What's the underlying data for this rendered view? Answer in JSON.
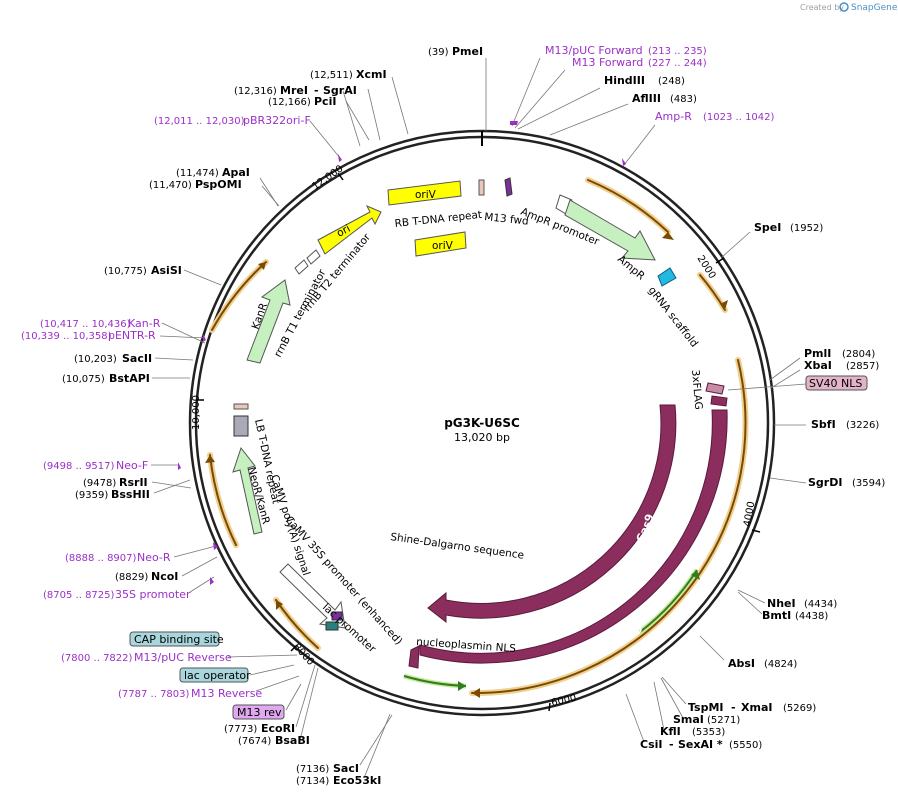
{
  "plasmid": {
    "name": "pG3K-U6SC",
    "length": "13,020 bp"
  },
  "credit": {
    "created_by": "Created by",
    "brand": "SnapGene"
  },
  "ticks": {
    "t2000": "2000",
    "t4000": "4000",
    "t6000": "6000",
    "t8000": "8000",
    "t10000": "10,000",
    "t12000": "12,000"
  },
  "sites": {
    "pmei": {
      "pos": "(39)",
      "name": "PmeI"
    },
    "hindiii": {
      "name": "HindIII",
      "pos": "(248)"
    },
    "afliii": {
      "name": "AflIII",
      "pos": "(483)"
    },
    "spei": {
      "name": "SpeI",
      "pos": "(1952)"
    },
    "pmli": {
      "name": "PmlI",
      "pos": "(2804)"
    },
    "xbai": {
      "name": "XbaI",
      "pos": "(2857)"
    },
    "sbfi": {
      "name": "SbfI",
      "pos": "(3226)"
    },
    "sgrdi": {
      "name": "SgrDI",
      "pos": "(3594)"
    },
    "nhei": {
      "name": "NheI",
      "pos": "(4434)"
    },
    "bmti": {
      "name": "BmtI",
      "pos": "(4438)"
    },
    "absi": {
      "name": "AbsI",
      "pos": "(4824)"
    },
    "tspmi": {
      "name": "TspMI",
      "sep": "-",
      "name2": "XmaI",
      "pos": "(5269)"
    },
    "smai": {
      "name": "SmaI",
      "pos": "(5271)"
    },
    "kfli": {
      "name": "KflI",
      "pos": "(5353)"
    },
    "csii": {
      "name": "CsiI",
      "sep": "-",
      "name2": "SexAI *",
      "pos": "(5550)"
    },
    "saci": {
      "pos": "(7136)",
      "name": "SacI"
    },
    "eco53ki": {
      "pos": "(7134)",
      "name": "Eco53kI"
    },
    "ecori": {
      "pos": "(7773)",
      "name": "EcoRI"
    },
    "bsabi": {
      "pos": "(7674)",
      "name": "BsaBI"
    },
    "ncoi": {
      "pos": "(8829)",
      "name": "NcoI"
    },
    "rsrii": {
      "pos": "(9478)",
      "name": "RsrII"
    },
    "bsshii": {
      "pos": "(9359)",
      "name": "BssHII"
    },
    "bstapi": {
      "pos": "(10,075)",
      "name": "BstAPI"
    },
    "sacii": {
      "pos": "(10,203)",
      "name": "SacII"
    },
    "asisi": {
      "pos": "(10,775)",
      "name": "AsiSI"
    },
    "apai": {
      "pos": "(11,474)",
      "name": "ApaI"
    },
    "pspomi": {
      "pos": "(11,470)",
      "name": "PspOMI"
    },
    "mrei": {
      "pos": "(12,316)",
      "name": "MreI",
      "sep": "-",
      "name2": "SgrAI"
    },
    "pcii": {
      "pos": "(12,166)",
      "name": "PciI"
    },
    "xcmi": {
      "pos": "(12,511)",
      "name": "XcmI"
    }
  },
  "primers": {
    "m13puc_fwd": {
      "name": "M13/pUC Forward",
      "range": "(213 .. 235)"
    },
    "m13_fwd": {
      "name": "M13 Forward",
      "range": "(227 .. 244)"
    },
    "ampr": {
      "name": "Amp-R",
      "range": "(1023 .. 1042)"
    },
    "pbr322": {
      "range": "(12,011 .. 12,030)",
      "name": "pBR322ori-F"
    },
    "kanr": {
      "range": "(10,417 .. 10,436)",
      "name": "Kan-R"
    },
    "pentr": {
      "range": "(10,339 .. 10,358)",
      "name": "pENTR-R"
    },
    "neof": {
      "range": "(9498 .. 9517)",
      "name": "Neo-F"
    },
    "neor": {
      "range": "(8888 .. 8907)",
      "name": "Neo-R"
    },
    "p35s": {
      "range": "(8705 .. 8725)",
      "name": "35S promoter"
    },
    "m13puc_rev": {
      "range": "(7800 .. 7822)",
      "name": "M13/pUC Reverse"
    },
    "m13_rev": {
      "range": "(7787 .. 7803)",
      "name": "M13 Reverse"
    }
  },
  "boxed": {
    "sv40": "SV40 NLS",
    "cap": "CAP binding site",
    "lacop": "lac operator",
    "m13rev": "M13 rev"
  },
  "features": {
    "ori1": "oriV",
    "ori2": "oriV",
    "ori": "ori",
    "rb": "RB T-DNA repeat",
    "m13fwd": "M13 fwd",
    "amprprom": "AmpR promoter",
    "ampr": "AmpR",
    "grna": "gRNA scaffold",
    "flag": "3xFLAG",
    "cas9a": "Cas9",
    "cas9b": "Cas9",
    "sd": "Shine-Dalgarno sequence",
    "nls": "nucleoplasmin NLS",
    "lacprom": "lac promoter",
    "p35senh": "CaMV 35S promoter (enhanced)",
    "camvpa": "CaMV poly(A) signal",
    "lb": "LB T-DNA repeat",
    "neokan": "NeoR/KanR",
    "kanr": "KanR",
    "rrnbt1": "rrnB T1 terminator",
    "rrnbt2": "rrnB T2 terminator"
  },
  "colors": {
    "ori": "#ffff00",
    "marker": "#c6f0c0",
    "cas9": "#8b2e5e",
    "primer": "#9b30c8",
    "orf": "#f0a030",
    "box_pink": "#e3b3c8",
    "box_blue": "#a9d5dd",
    "box_violet": "#dfa8f0"
  }
}
